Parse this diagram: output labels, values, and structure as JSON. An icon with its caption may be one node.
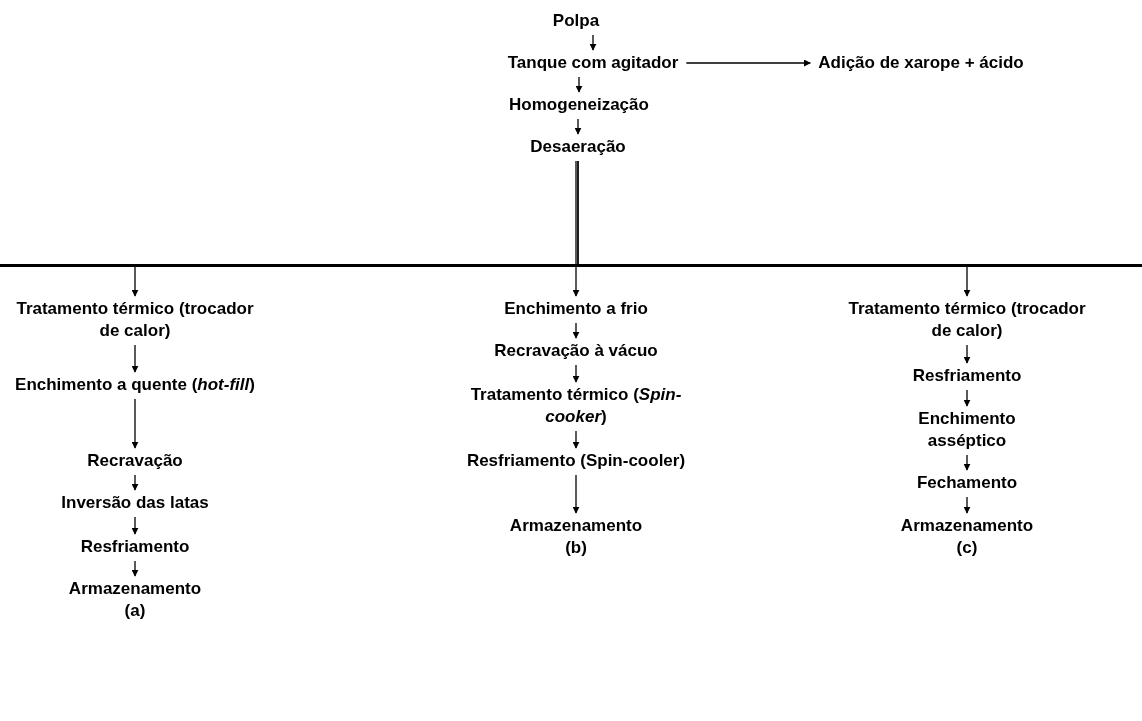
{
  "diagram": {
    "nodes": [
      {
        "text": [
          "Polpa"
        ]
      },
      {
        "text": [
          "Tanque com agitador"
        ]
      },
      {
        "text": [
          "Adição de xarope + ácido"
        ]
      },
      {
        "text": [
          "Homogeneização"
        ]
      },
      {
        "text": [
          "Desaeração"
        ]
      },
      {
        "text": [
          "Tratamento térmico (trocador de calor)"
        ]
      },
      {
        "text": [
          "Enchimento a quente (*hot-fill*)"
        ]
      },
      {
        "text": [
          "Recravação"
        ]
      },
      {
        "text": [
          "Inversão das latas"
        ]
      },
      {
        "text": [
          "Resfriamento"
        ]
      },
      {
        "text": [
          "Armazenamento"
        ],
        "beside": [
          "(a)"
        ]
      },
      {
        "text": [
          "Enchimento a frio"
        ]
      },
      {
        "text": [
          "Recravação à vácuo"
        ]
      },
      {
        "text": [
          "Tratamento térmico (*Spin-cooker*)"
        ]
      },
      {
        "text": [
          "Resfriamento (Spin-cooler)"
        ]
      },
      {
        "text": [
          "Armazenamento"
        ],
        "beside": [
          "(b)"
        ]
      },
      {
        "text": [
          "Tratamento térmico (trocador de calor)"
        ]
      },
      {
        "text": [
          "Resfriamento"
        ]
      },
      {
        "text": [
          "Enchimento asséptico"
        ]
      },
      {
        "text": [
          "Fechamento"
        ]
      },
      {
        "text": [
          "Armazenamento"
        ],
        "beside": [
          "(c)"
        ]
      }
    ],
    "edges": [
      {
        "from": 0,
        "to": 1,
        "arrow": "to"
      },
      {
        "from": 1,
        "to": 2,
        "arrow": "to"
      },
      {
        "from": 1,
        "to": 3,
        "arrow": "to"
      },
      {
        "from": 3,
        "to": 4,
        "arrow": "to"
      },
      {
        "from": 4,
        "to": 5,
        "arrow": "to"
      },
      {
        "from": 4,
        "to": 11,
        "arrow": "to"
      },
      {
        "from": 4,
        "to": 16,
        "arrow": "to"
      },
      {
        "from": 5,
        "to": 6,
        "arrow": "to"
      },
      {
        "from": 6,
        "to": 7,
        "arrow": "to"
      },
      {
        "from": 7,
        "to": 8,
        "arrow": "to"
      },
      {
        "from": 8,
        "to": 9,
        "arrow": "to"
      },
      {
        "from": 9,
        "to": 10,
        "arrow": "to"
      },
      {
        "from": 11,
        "to": 12,
        "arrow": "to"
      },
      {
        "from": 12,
        "to": 13,
        "arrow": "to"
      },
      {
        "from": 13,
        "to": 14,
        "arrow": "to"
      },
      {
        "from": 14,
        "to": 15,
        "arrow": "to"
      },
      {
        "from": 16,
        "to": 17,
        "arrow": "to"
      },
      {
        "from": 17,
        "to": 18,
        "arrow": "to"
      },
      {
        "from": 18,
        "to": 19,
        "arrow": "to"
      },
      {
        "from": 19,
        "to": 20,
        "arrow": "to"
      }
    ]
  }
}
